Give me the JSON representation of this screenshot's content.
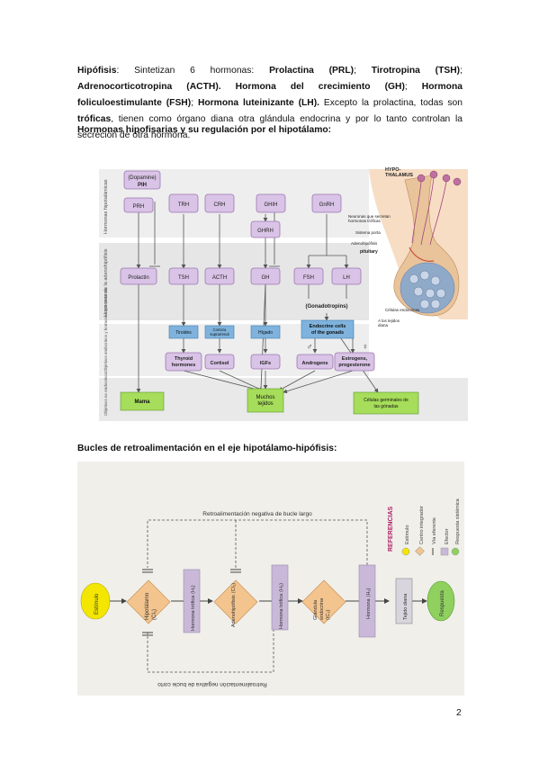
{
  "intro": {
    "p1": "Hipófisis",
    "p2": ": Sintetizan 6 hormonas: ",
    "p3": "Prolactina (PRL)",
    "p4": "; ",
    "p5": "Tirotropina (TSH)",
    "p6": "; ",
    "p7": "Adrenocorticotropina (ACTH). Hormona del crecimiento (GH)",
    "p8": "; ",
    "p9": "Hormona foliculoestimulante (FSH)",
    "p10": "; ",
    "p11": "Hormona luteinizante (LH).",
    "p12": " Excepto la prolactina, todas son ",
    "p13": "tróficas",
    "p14": ", tienen como órgano diana otra glándula endocrina y por lo tanto controlan la secreción de otra hormona."
  },
  "heading1": "Hormonas hipofisarias y su regulación por el hipotálamo:",
  "heading2": "Bucles de retroalimentación en el eje hipotálamo-hipófisis:",
  "page_number": "2",
  "fig1": {
    "row_labels": {
      "hypothalamic": "Hormonas hipotalámicas",
      "adenohypophysis": "Hormonas de la adenohipófisis",
      "endocrine_targets": "Objetivos endocrinos y hormonas que secretan",
      "non_endocrine": "Objetivos no endocrinos"
    },
    "hypo": {
      "dopamine": "(Dopamine)",
      "pih": "PIH",
      "prh": "PRH",
      "trh": "TRH",
      "crh": "CRH",
      "ghih": "GHIH",
      "ghrh": "GHRH",
      "gnrh": "GnRH"
    },
    "ant": {
      "prolactin": "Prolactin",
      "tsh": "TSH",
      "acth": "ACTH",
      "gh": "GH",
      "fsh": "FSH",
      "lh": "LH",
      "gonadotropins": "(Gonadotropins)"
    },
    "glands": {
      "tiroides": "Tiroides",
      "corteza1": "Corteza",
      "corteza2": "suprarrenal",
      "higado": "Hígado",
      "endocrine1": "Endocrine cells",
      "endocrine2": "of the gonads"
    },
    "secreted": {
      "thyroid1": "Thyroid",
      "thyroid2": "hormones",
      "cortisol": "Cortisol",
      "igfs": "IGFs",
      "androgens": "Androgens",
      "estrogens1": "Estrogens,",
      "estrogens2": "progesterone",
      "male": "♂",
      "female": "♀"
    },
    "targets": {
      "mama": "Mama",
      "muchos1": "Muchos",
      "muchos2": "tejidos",
      "germ1": "Células germinales de",
      "germ2": "las gónadas"
    },
    "anatomy": {
      "hypothalamus1": "HYPO-",
      "hypothalamus2": "THALAMUS",
      "neurons1": "Neuronas que secretan",
      "neurons2": "hormonas tróficas",
      "portal": "Sistema porta",
      "adeno": "Adenohipófisis",
      "pituitary": "pituitary",
      "endocrine_cells": "Células endocrinas",
      "to_tissues1": "A los tejidos",
      "to_tissues2": "diana"
    }
  },
  "fig2": {
    "long_loop": "Retroalimentación negativa de bucle largo",
    "short_loop": "Retroalimentación negativa de bucle corto",
    "stimulus": "Estímulo",
    "hypothalamus1": "Hipotálamo",
    "hypothalamus2": "(CI₁)",
    "trophic1_1": "Hormona trófica",
    "trophic1_2": "(H₁)",
    "adeno1": "Adenohipófisis",
    "adeno2": "(CI₂)",
    "trophic2_1": "Hormona trófica",
    "trophic2_2": "(H₂)",
    "gland1": "Glándula",
    "gland2": "endocrina",
    "gland3": "(IC₃)",
    "hormone3_1": "Hormona",
    "hormone3_2": "(H₃)",
    "target": "Tejido diana",
    "response": "Respuesta",
    "legend": {
      "title": "REFERENCIAS",
      "stimulus": "Estímulo",
      "integrator": "Centro integrador",
      "efferent": "Vía eferente",
      "effector": "Efector",
      "systemic": "Respuesta sistémica"
    }
  },
  "colors": {
    "violet_box": "#d9c3e6",
    "violet_border": "#9c78b3",
    "blue_box": "#7fb3dd",
    "green_box": "#a6dd5a",
    "gray_band": "#eeeeee",
    "arrow": "#555555",
    "yellow_stim": "#f3e600",
    "orange_diamond": "#f3c48e",
    "green_response": "#8fd05f",
    "lilac_rect": "#c9b8d8"
  }
}
